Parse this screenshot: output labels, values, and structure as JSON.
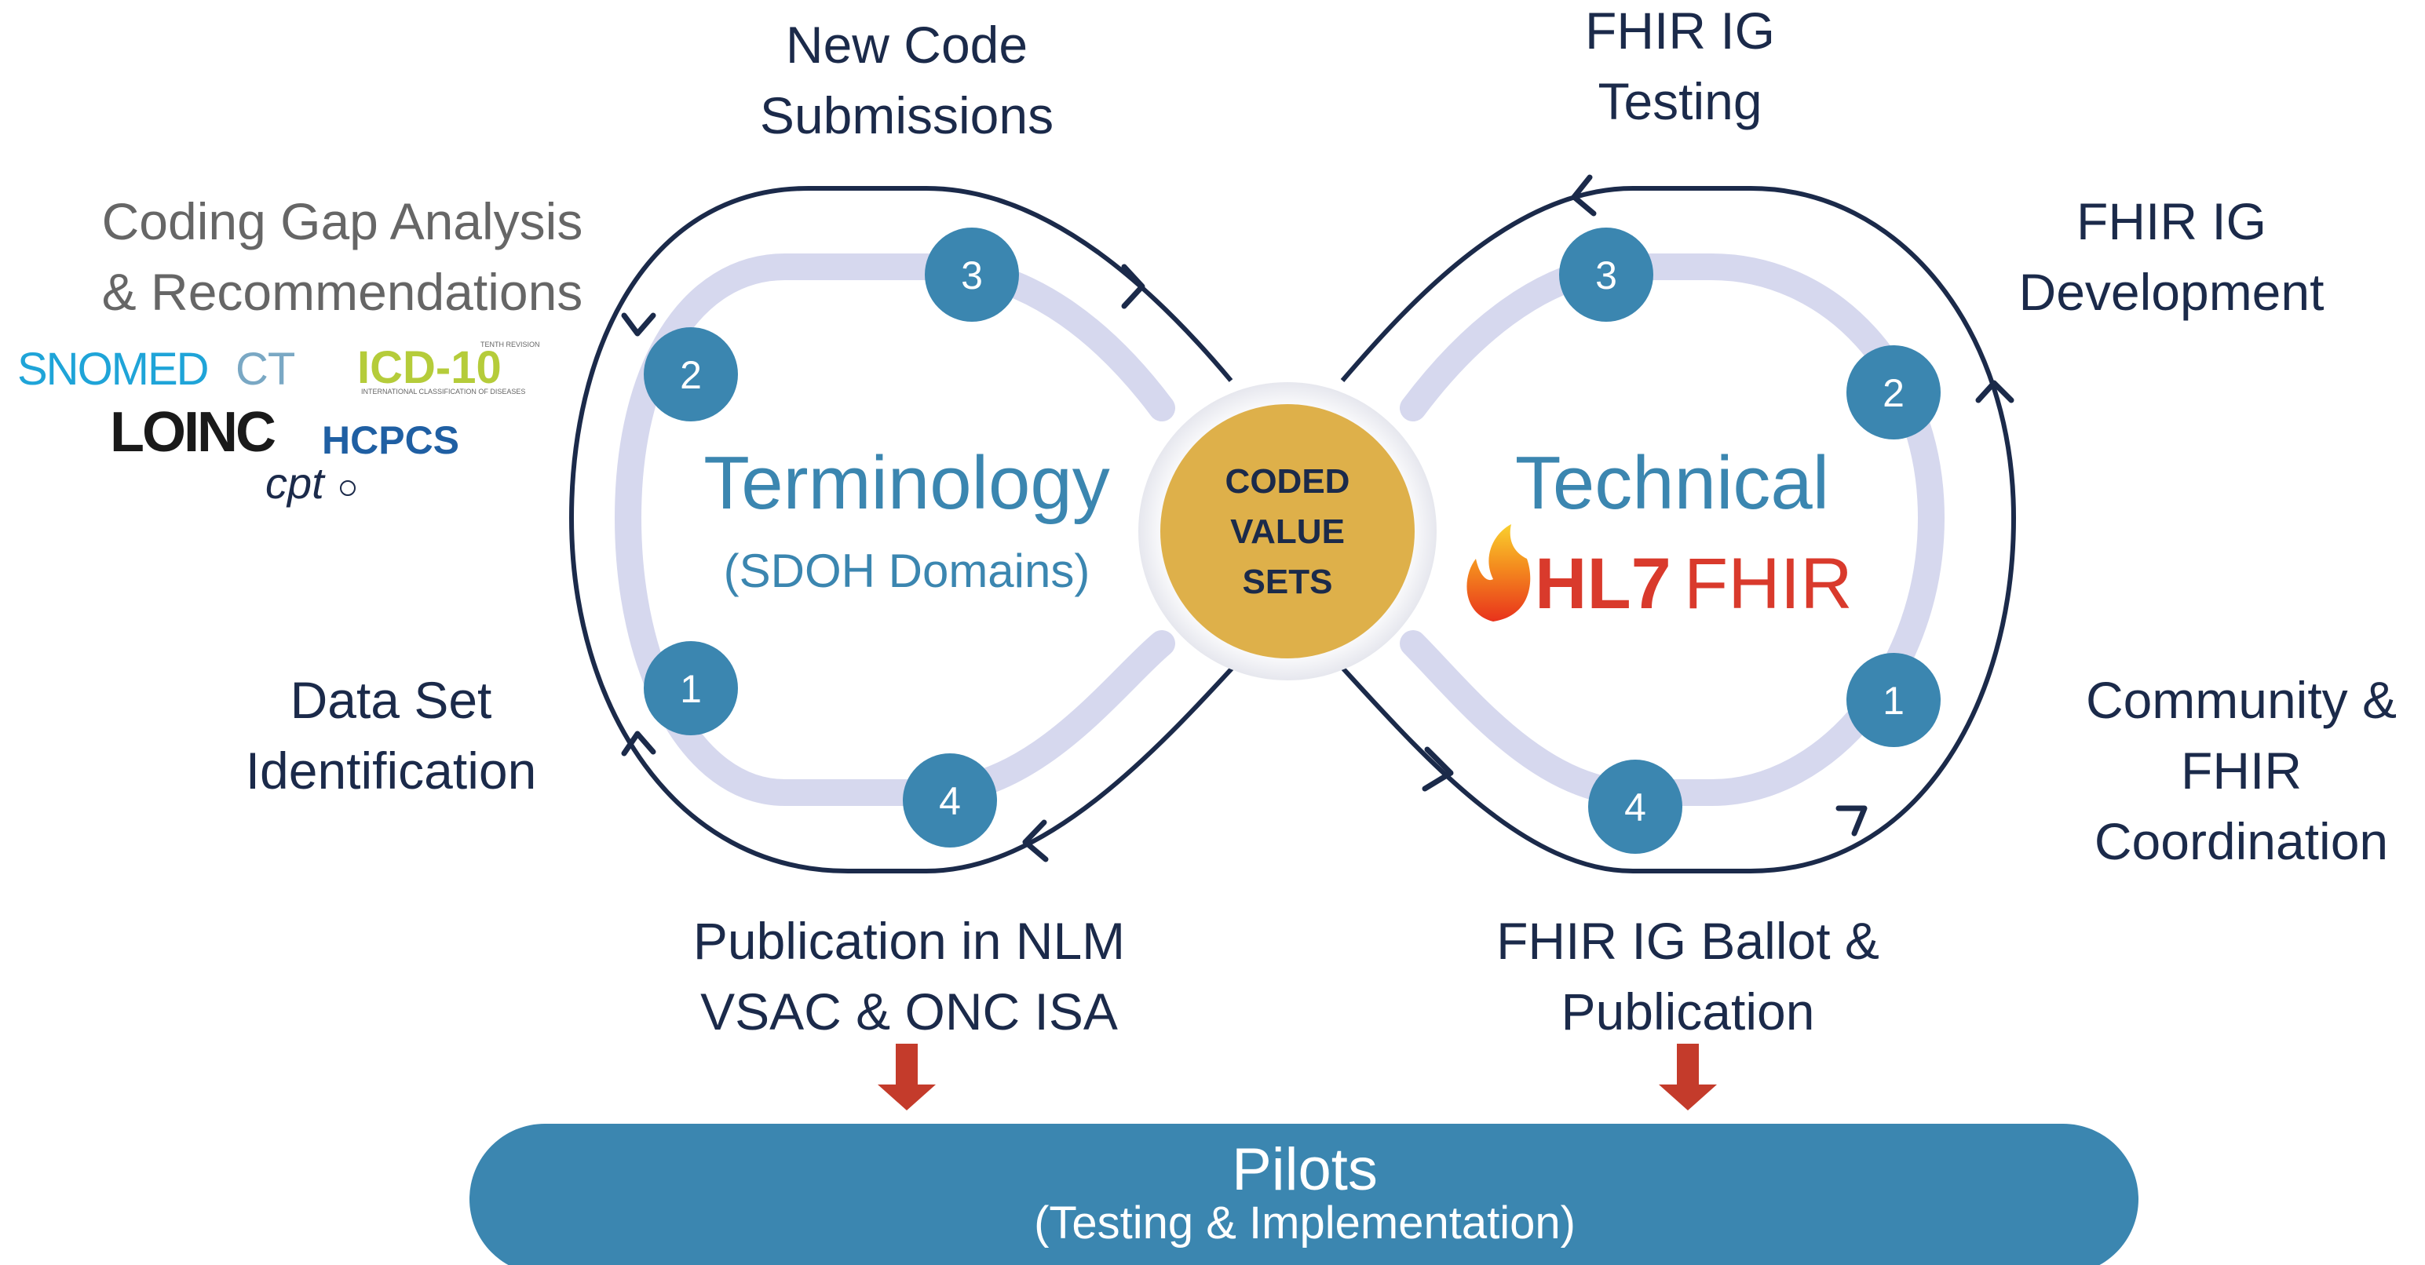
{
  "colors": {
    "navy": "#1b2a4a",
    "teal": "#3b86b0",
    "lavender": "#d6d8ee",
    "gold": "#deb04a",
    "gray_text": "#666666",
    "red_arrow": "#c43b2b",
    "pilots_bar": "#3b86b0"
  },
  "terminology": {
    "title": "Terminology",
    "subtitle": "(SDOH Domains)",
    "steps": [
      "1",
      "2",
      "3",
      "4"
    ],
    "labels": {
      "step1": [
        "Data Set",
        "Identification"
      ],
      "step2": [
        "Coding Gap Analysis",
        "& Recommendations"
      ],
      "step3": [
        "New Code",
        "Submissions"
      ],
      "step4": [
        "Publication in NLM",
        "VSAC & ONC ISA"
      ]
    },
    "code_systems": {
      "snomed_a": "SNOMED",
      "snomed_b": "CT",
      "icd": "ICD-10",
      "icd_top": "TENTH REVISION",
      "icd_bottom": "INTERNATIONAL CLASSIFICATION OF DISEASES",
      "loinc": "LOINC",
      "hcpcs": "HCPCS",
      "cpt": "cpt"
    }
  },
  "center": {
    "lines": [
      "CODED",
      "VALUE",
      "SETS"
    ]
  },
  "technical": {
    "title": "Technical",
    "logo_hl7": "HL7",
    "logo_fhir": "FHIR",
    "steps": [
      "1",
      "2",
      "3",
      "4"
    ],
    "labels": {
      "step1": [
        "Community &",
        "FHIR",
        "Coordination"
      ],
      "step2": [
        "FHIR IG",
        "Development"
      ],
      "step3": [
        "FHIR IG",
        "Testing"
      ],
      "step4": [
        "FHIR IG Ballot &",
        "Publication"
      ]
    }
  },
  "pilots": {
    "title": "Pilots",
    "subtitle": "(Testing & Implementation)"
  }
}
